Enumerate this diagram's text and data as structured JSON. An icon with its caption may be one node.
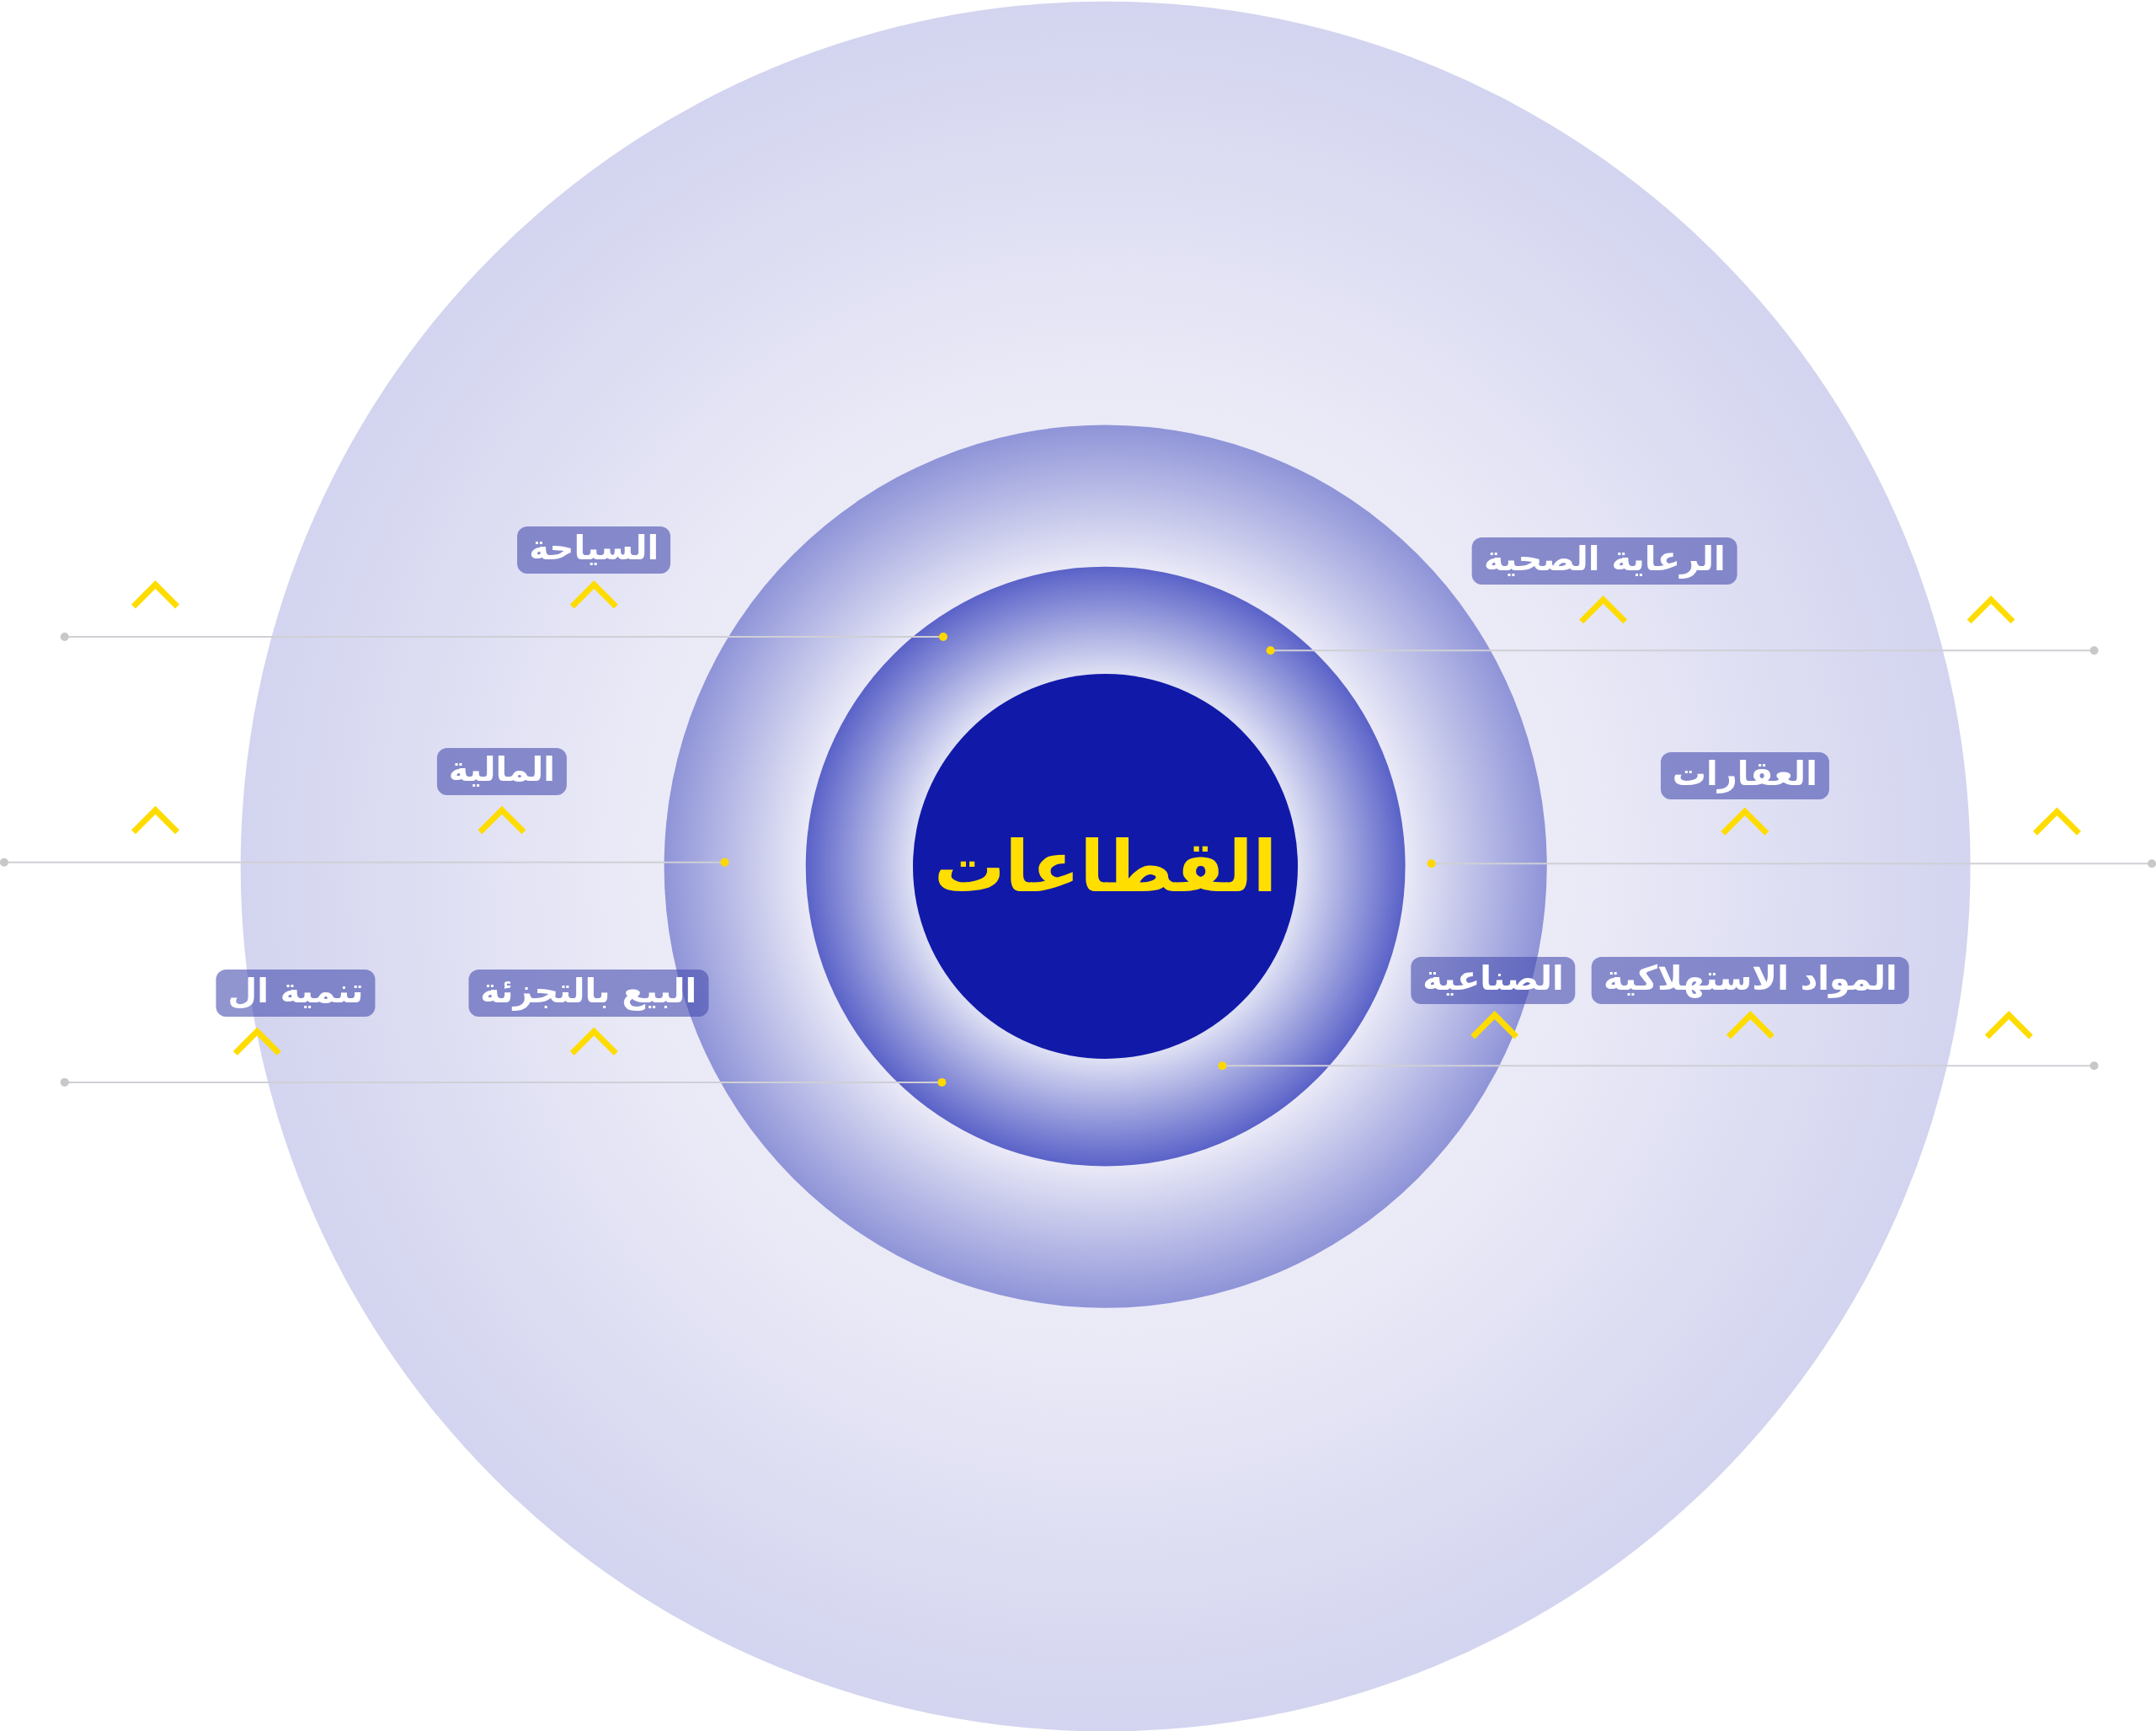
{
  "diagram": {
    "nodes": [
      {
        "text": [
          "القطاعات"
        ]
      }
    ],
    "labels": [
      "السياحة",
      "الرعاية الصحية",
      "المالية",
      "العقارات",
      "تنمية ال",
      "البيع بالتجزئة",
      "الصناعية",
      "المواد الاستهلاكية"
    ]
  }
}
